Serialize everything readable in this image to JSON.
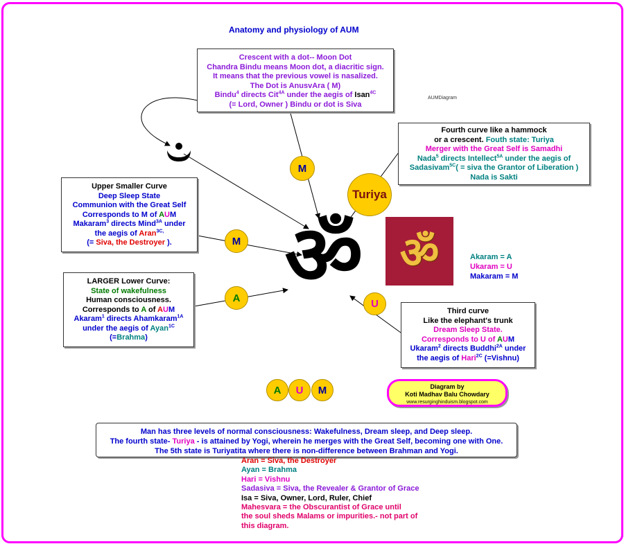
{
  "title": "Anatomy and physiology of AUM",
  "small_label": "AUMDiagram",
  "bindu_box": {
    "line1": "Crescent with a dot-- Moon Dot",
    "line2": "Chandra Bindu means Moon dot, a diacritic sign.",
    "line3": "It means that the previous vowel is nasalized.",
    "line4": "The Dot is AnusvAra ( M)",
    "l5_a": "Bindu",
    "l5_sup1": "4",
    "l5_b": " directs Cit",
    "l5_sup2": "4A",
    "l5_c": " under the aegis of ",
    "l5_d": "Isan",
    "l5_sup3": "4C",
    "line6": "(= Lord, Owner ) Bindu or dot is Siva"
  },
  "turiya_box": {
    "line1": "Fourth curve like a hammock",
    "line2a": "or a crescent.  ",
    "line2b": "Fouth state: Turiya",
    "line3": "Merger with the Great Self is Samadhi",
    "l4_a": "Nada",
    "l4_sup1": "5",
    "l4_b": " directs Intellect",
    "l4_sup2": "5A",
    "l4_c": " under the aegis of",
    "l5_a": "Sadasivam",
    "l5_sup": "5C",
    "l5_b": "( = siva the Grantor of Liberation )",
    "line6": "Nada is Sakti"
  },
  "upper_box": {
    "line1": "Upper Smaller Curve",
    "line2": "Deep Sleep State",
    "line3": "Communion with the Great Self",
    "l4_a": "Corresponds to M of ",
    "l4_A": "A",
    "l4_U": "U",
    "l4_M": "M",
    "l5_a": "Makaram",
    "l5_sup1": "3",
    "l5_b": " directs Mind",
    "l5_sup2": "3A",
    "l5_c": " under",
    "l6_a": "the aegis of ",
    "l6_b": "Aran",
    "l6_sup": "3C,",
    "l7_a": "(= ",
    "l7_b": "Siva, the Destroyer",
    "l7_c": " )."
  },
  "lower_box": {
    "line1": "LARGER Lower Curve:",
    "line2": "State of wakefulness",
    "line3": "Human consciousness.",
    "l4_a": "Corresponds to ",
    "l4_A1": "A",
    "l4_b": " of ",
    "l4_A": "A",
    "l4_U": "U",
    "l4_M": "M",
    "l5_a": "Akaram",
    "l5_sup1": "1",
    "l5_b": " directs Ahamkaram",
    "l5_sup2": "1A",
    "l6_a": "under the aegis of  ",
    "l6_b": "Ayan",
    "l6_sup": "1C",
    "l7_a": "(=",
    "l7_b": "Brahma",
    "l7_c": ")"
  },
  "third_box": {
    "line1": "Third curve",
    "line2": "Like the elephant's trunk",
    "line3": "Dream Sleep State.",
    "l4_a": "Corresponds to U of ",
    "l4_A": "A",
    "l4_U": "U",
    "l4_M": "M",
    "l5_a": "Ukaram",
    "l5_sup1": "2",
    "l5_b": " directs Buddhi",
    "l5_sup2": "2A",
    "l5_c": " under",
    "l6_a": "the aegis of  ",
    "l6_b": "Hari",
    "l6_sup": "2C",
    "l6_c": " (=Vishnu)"
  },
  "circles": {
    "m_top": "M",
    "turiya": "Turiya",
    "m_mid": "M",
    "a": "A",
    "u": "U",
    "aum_a": "A",
    "aum_u": "U",
    "aum_m": "M"
  },
  "legend": {
    "akaram": "Akaram = A",
    "ukaram": "Ukaram = U",
    "makaram": "Makaram = M"
  },
  "credit": {
    "line1": "Diagram by",
    "line2": "Koti Madhav Balu Chowdary",
    "line3": "www.resurginghinduism.blogspot.com"
  },
  "bottom_box": {
    "line1": "Man has three levels of normal consciousness: Wakefulness, Dream sleep, and Deep sleep.",
    "line2a": "The fourth state- ",
    "line2b": "Turiya",
    "line2c": "   - is attained by Yogi, wherein he merges with the Great Self, becoming one with One.",
    "line3": "The 5th state is Turiyatita where there is non-difference between Brahman and Yogi."
  },
  "glossary": {
    "aran": "Aran = Siva, the Destroyer",
    "ayan": "Ayan = Brahma",
    "hari": "Hari = Vishnu",
    "sadasiva": "Sadasiva = Siva, the Revealer & Grantor of Grace",
    "isa": "Isa = Siva, Owner, Lord, Ruler, Chief",
    "mahesvara1": "Mahesvara = the Obscurantist of Grace until",
    "mahesvara2": "the soul sheds Malams or impurities.- not part of",
    "mahesvara3": "this diagram."
  },
  "colors": {
    "frame": "#ff00ff",
    "circle": "#ffcc00",
    "om_panel": "#a51c38",
    "om_gold": "#f0c040"
  }
}
